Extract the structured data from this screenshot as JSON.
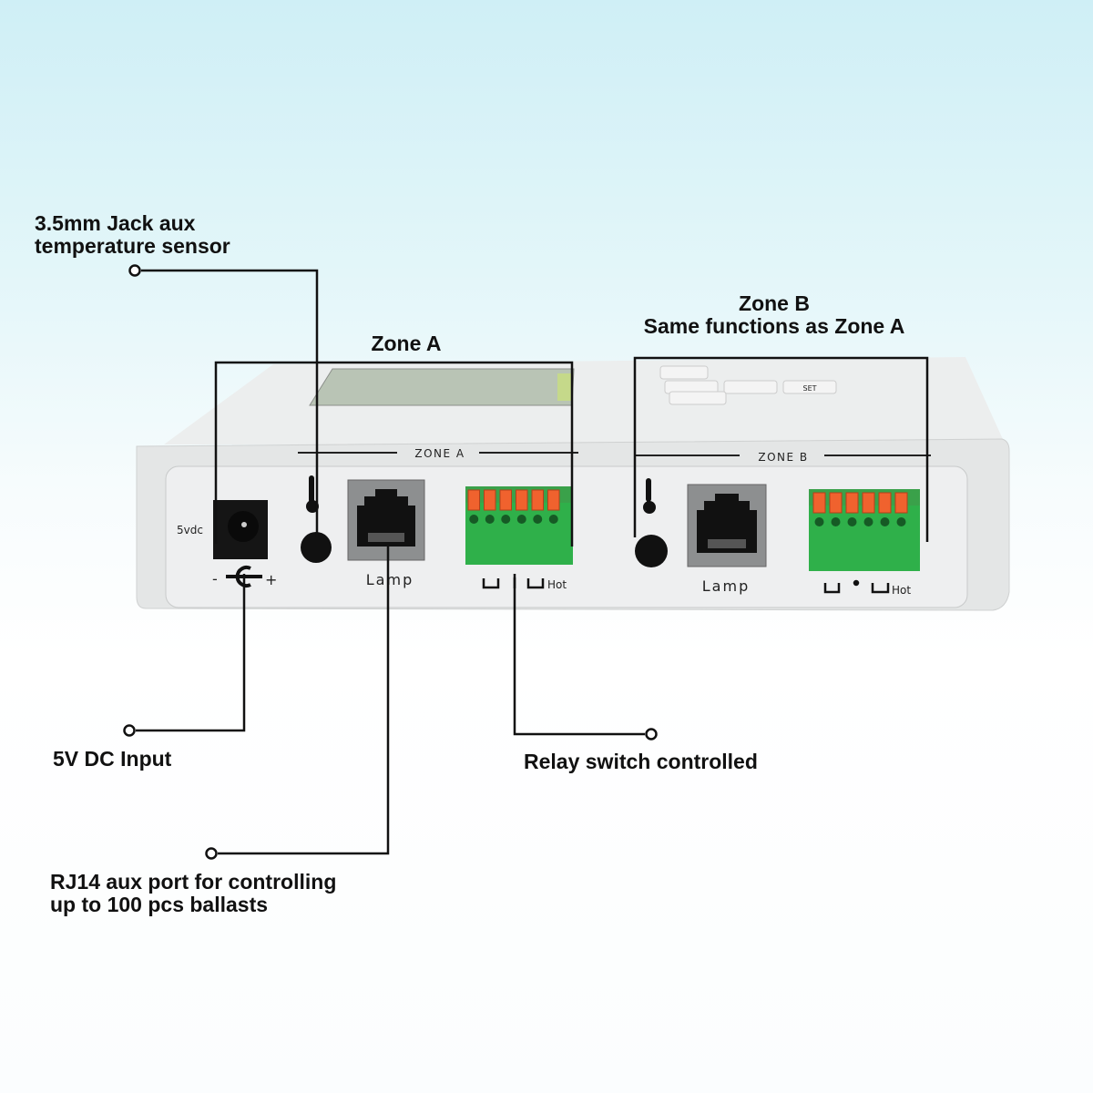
{
  "callouts": {
    "temp_sensor": [
      "3.5mm Jack aux",
      "temperature sensor"
    ],
    "zone_a": "Zone A",
    "zone_b": [
      "Zone B",
      "Same functions as Zone A"
    ],
    "dc_input": "5V DC Input",
    "relay": "Relay switch controlled",
    "rj14": [
      "RJ14 aux port for controlling",
      "up to 100 pcs ballasts"
    ]
  },
  "device": {
    "power_label": "5vdc",
    "polarity_minus": "-",
    "polarity_plus": "+",
    "zone_a_label": "ZONE A",
    "zone_b_label": "ZONE B",
    "lamp_a": "Lamp",
    "lamp_b": "Lamp",
    "hot_a": "Hot",
    "hot_b": "Hot",
    "set_button": "SET"
  },
  "colors": {
    "terminal_green": "#2fb04a",
    "lever_orange": "#f0622e",
    "line": "#111111"
  }
}
